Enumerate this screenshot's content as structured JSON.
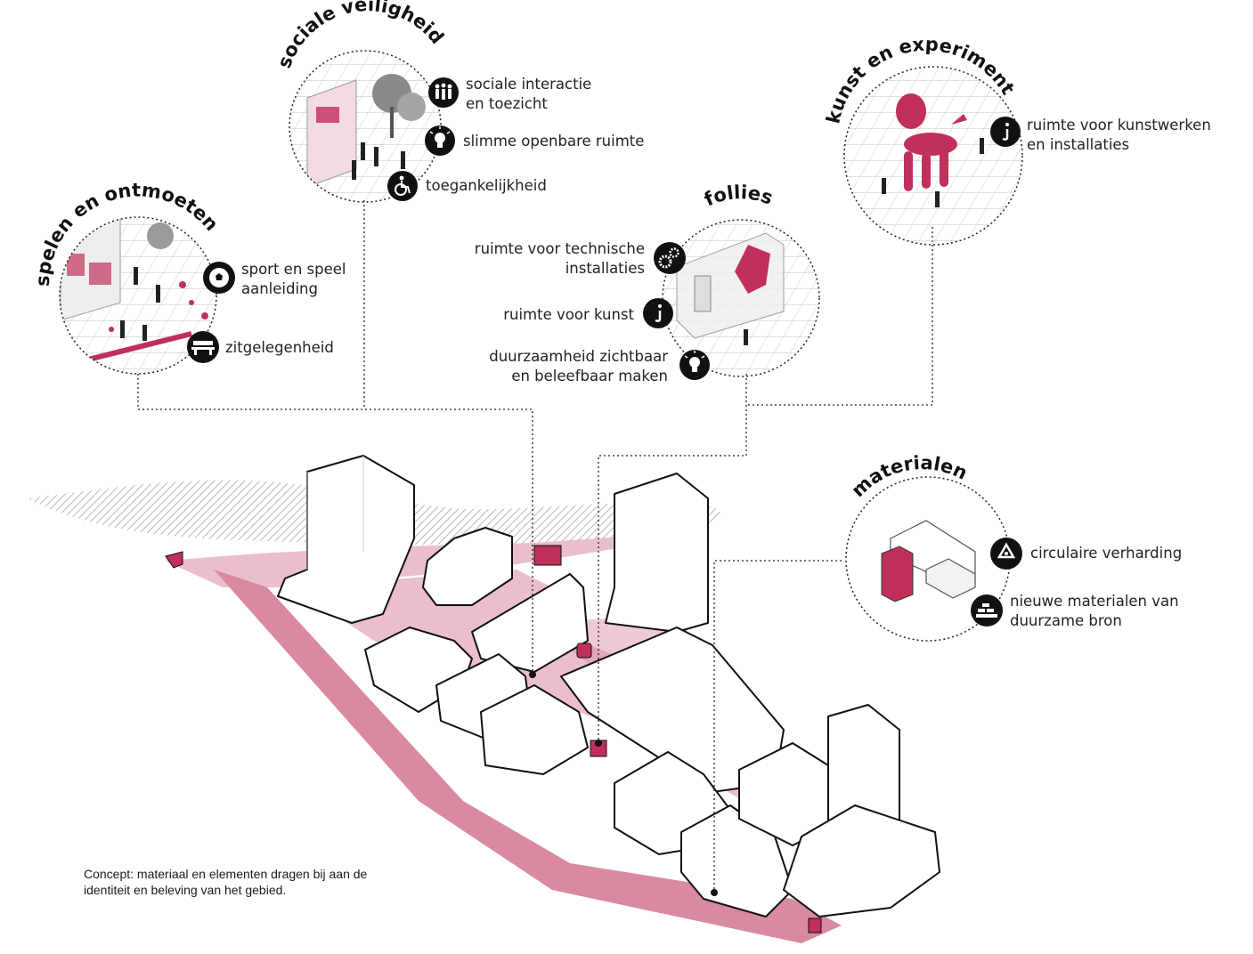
{
  "accent_color": "#c0305a",
  "path_color": "#d98aa0",
  "themes": {
    "sociale_veiligheid": {
      "title": "sociale veiligheid",
      "items": [
        {
          "icon": "people-group-icon",
          "lines": [
            "sociale interactie",
            "en toezicht"
          ]
        },
        {
          "icon": "lightbulb-icon",
          "lines": [
            "slimme openbare ruimte"
          ]
        },
        {
          "icon": "wheelchair-icon",
          "lines": [
            "toegankelijkheid"
          ]
        }
      ]
    },
    "spelen_en_ontmoeten": {
      "title": "spelen en ontmoeten",
      "items": [
        {
          "icon": "soccer-ball-icon",
          "lines": [
            "sport en speel",
            "aanleiding"
          ]
        },
        {
          "icon": "bench-icon",
          "lines": [
            "zitgelegenheid"
          ]
        }
      ]
    },
    "follies": {
      "title": "follies",
      "items": [
        {
          "icon": "gears-icon",
          "lines": [
            "ruimte voor technische",
            "installaties"
          ]
        },
        {
          "icon": "info-icon",
          "lines": [
            "ruimte voor kunst"
          ]
        },
        {
          "icon": "lightbulb-icon",
          "lines": [
            "duurzaamheid zichtbaar",
            "en beleefbaar maken"
          ]
        }
      ]
    },
    "kunst_en_experiment": {
      "title": "kunst en experiment",
      "items": [
        {
          "icon": "info-icon",
          "lines": [
            "ruimte voor kunstwerken",
            "en installaties"
          ]
        }
      ]
    },
    "materialen": {
      "title": "materialen",
      "items": [
        {
          "icon": "recycle-icon",
          "lines": [
            "circulaire verharding"
          ]
        },
        {
          "icon": "bricks-icon",
          "lines": [
            "nieuwe materialen van",
            "duurzame bron"
          ]
        }
      ]
    }
  },
  "caption": [
    "Concept: materiaal en elementen dragen bij aan de",
    "identiteit en beleving van het gebied."
  ]
}
